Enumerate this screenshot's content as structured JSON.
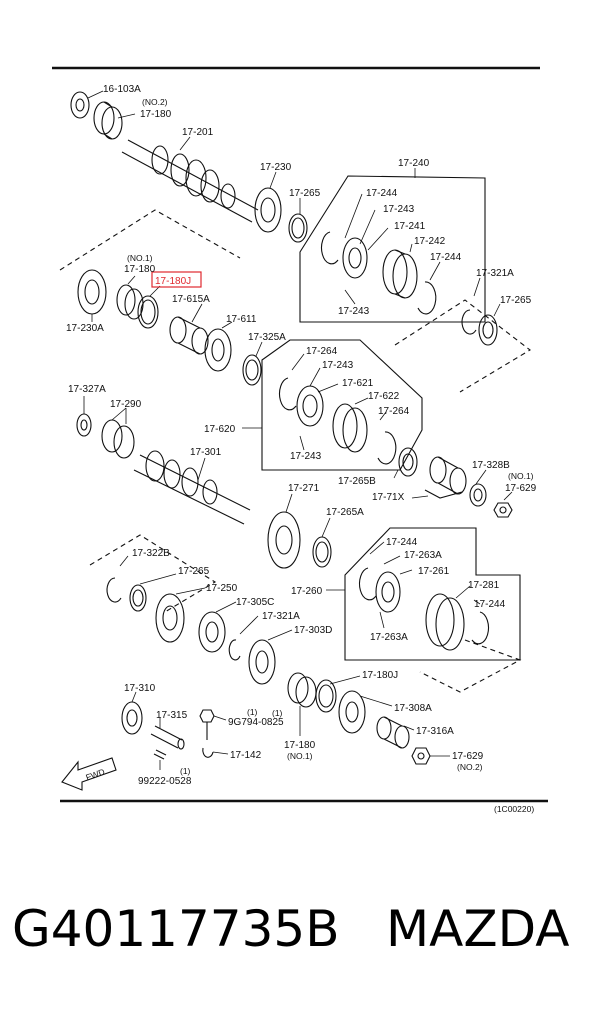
{
  "diagram": {
    "part_labels": {
      "p16_103A": "16-103A",
      "no2_top": "(NO.2)",
      "p17_180_top": "17-180",
      "p17_201": "17-201",
      "p17_230": "17-230",
      "p17_265_a": "17-265",
      "p17_240": "17-240",
      "p17_244_a": "17-244",
      "p17_243_a": "17-243",
      "p17_241": "17-241",
      "p17_242": "17-242",
      "p17_244_b": "17-244",
      "p17_243_b": "17-243",
      "no1_left": "(NO.1)",
      "p17_180_left": "17-180",
      "p17_180J_highlight": "17-180J",
      "p17_230A": "17-230A",
      "p17_615A": "17-615A",
      "p17_611": "17-611",
      "p17_325A": "17-325A",
      "p17_321A_a": "17-321A",
      "p17_265_b": "17-265",
      "p17_264_a": "17-264",
      "p17_243_c": "17-243",
      "p17_621": "17-621",
      "p17_622": "17-622",
      "p17_264_b": "17-264",
      "p17_620": "17-620",
      "p17_243_d": "17-243",
      "p17_327A": "17-327A",
      "p17_290": "17-290",
      "p17_301": "17-301",
      "p17_265B": "17-265B",
      "p17_328B": "17-328B",
      "no1_right": "(NO.1)",
      "p17_629_a": "17-629",
      "p17_71X": "17-71X",
      "p17_271": "17-271",
      "p17_265A": "17-265A",
      "p17_322B": "17-322B",
      "p17_265_c": "17-265",
      "p17_244_c": "17-244",
      "p17_263A_a": "17-263A",
      "p17_261": "17-261",
      "p17_260": "17-260",
      "p17_281": "17-281",
      "p17_244_d": "17-244",
      "p17_263A_b": "17-263A",
      "p17_250": "17-250",
      "p17_305C": "17-305C",
      "p17_321A_b": "17-321A",
      "p17_303D": "17-303D",
      "p17_180J_b": "17-180J",
      "p17_308A": "17-308A",
      "p17_316A": "17-316A",
      "p17_629_b": "17-629",
      "no2_bottom": "(NO.2)",
      "p17_310": "17-310",
      "p17_315": "17-315",
      "qty1_a": "(1)",
      "p9G794_0825": "9G794-0825",
      "p17_142": "17-142",
      "qty1_b": "(1)",
      "p99222_0528": "99222-0528",
      "p17_180_bottom": "17-180",
      "no1_bottom": "(NO.1)",
      "qty1_c": "(1)",
      "fwd": "FWD",
      "figure_id": "(1C00220)"
    },
    "colors": {
      "highlight": "#e0282e",
      "ink": "#111111"
    }
  },
  "caption": {
    "part_number": "G40117735B",
    "brand": "MAZDA"
  }
}
